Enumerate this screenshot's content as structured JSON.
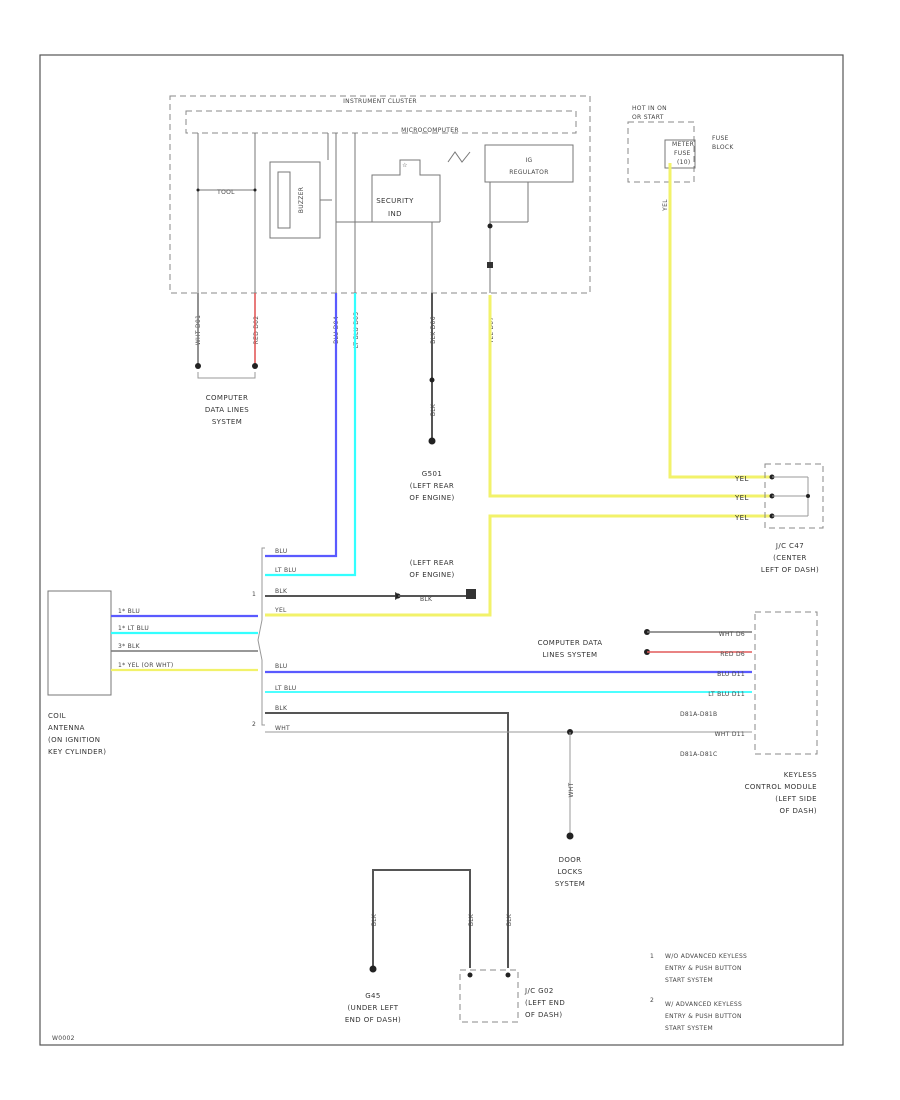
{
  "colors": {
    "blue": "#5a5aff",
    "light_blue": "#33ffff",
    "yellow": "#f2f26a",
    "red": "#e25a5a",
    "black_wire": "#555555",
    "white_wire": "#aaaaaa"
  },
  "instrument_cluster": {
    "title": "INSTRUMENT CLUSTER",
    "microcomputer": "MICROCOMPUTER",
    "security_ind_1": "SECURITY",
    "security_ind_2": "IND",
    "ig_regulator_1": "IG",
    "ig_regulator_2": "REGULATOR",
    "tool": "TOOL",
    "buzzer": "BUZZER"
  },
  "cluster_pins": {
    "wht": "WHT  D01",
    "red": "RED  D02",
    "blu": "BLU  D04",
    "lt_blu": "LT BLU  D05",
    "blk": "BLK  D06",
    "yel": "YEL  D07"
  },
  "computer_data_lines_top": [
    "COMPUTER",
    "DATA LINES",
    "SYSTEM"
  ],
  "ground_g501": [
    "G501",
    "(LEFT REAR",
    "OF ENGINE)"
  ],
  "ground_wire_blk": "BLK",
  "fuse_block": {
    "hot_label_1": "HOT IN ON",
    "hot_label_2": "OR START",
    "meter_1": "METER",
    "meter_2": "FUSE",
    "meter_3": "(10)",
    "fuse_block_1": "FUSE",
    "fuse_block_2": "BLOCK",
    "wire": "YEL"
  },
  "jc_c47": {
    "wires": [
      "YEL",
      "YEL",
      "YEL"
    ],
    "label": [
      "J/C C47",
      "(CENTER",
      "LEFT OF DASH)"
    ]
  },
  "coil_antenna": {
    "label": [
      "COIL",
      "ANTENNA",
      "(ON IGNITION",
      "KEY CYLINDER)"
    ],
    "pins": [
      "1* BLU",
      "1* LT BLU",
      "3* BLK",
      "1* YEL (OR WHT)"
    ]
  },
  "splice_wires_1": [
    "BLU",
    "LT BLU",
    "BLK",
    "YEL"
  ],
  "splice_wires_2": [
    "BLU",
    "LT BLU",
    "BLK",
    "WHT"
  ],
  "splice_marks": [
    "1",
    "2"
  ],
  "ground_left_rear": [
    "(LEFT REAR",
    "OF ENGINE)"
  ],
  "ground_left_rear_wire": "BLK",
  "computer_data_lines_mid": [
    "COMPUTER DATA",
    "LINES SYSTEM"
  ],
  "keyless_pins": [
    "WHT  D6",
    "RED  D6",
    "BLU  D11",
    "LT BLU  D11",
    "WHT  D11"
  ],
  "keyless_connectors": [
    "D81A-D81B",
    "D81A-D81C"
  ],
  "keyless_module": [
    "KEYLESS",
    "CONTROL MODULE",
    "(LEFT SIDE",
    "OF DASH)"
  ],
  "door_locks": {
    "wire": "WHT",
    "label": [
      "DOOR",
      "LOCKS",
      "SYSTEM"
    ]
  },
  "g45_wires": [
    "BLK",
    "BLK",
    "BLK"
  ],
  "ground_g45": [
    "G45",
    "(UNDER LEFT",
    "END OF DASH)"
  ],
  "jc_g02": [
    "J/C G02",
    "(LEFT END",
    "OF DASH)"
  ],
  "notes": [
    {
      "mark": "1",
      "lines": [
        "W/O ADVANCED KEYLESS",
        "ENTRY & PUSH BUTTON",
        "START SYSTEM"
      ]
    },
    {
      "mark": "2",
      "lines": [
        "W/ ADVANCED KEYLESS",
        "ENTRY & PUSH BUTTON",
        "START SYSTEM"
      ]
    }
  ],
  "figure_id": "W0002"
}
